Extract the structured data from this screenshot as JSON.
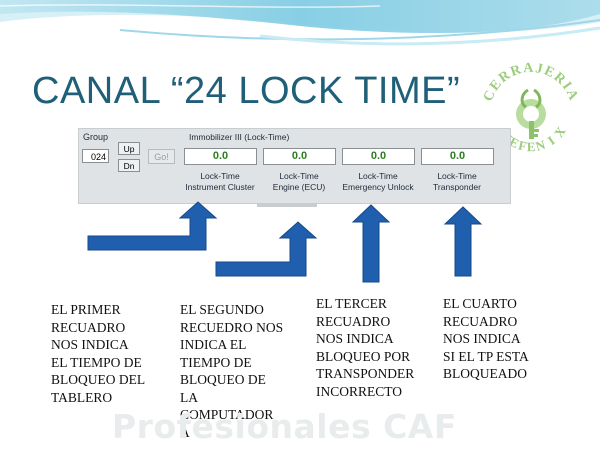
{
  "title": "CANAL “24 LOCK TIME”",
  "logo": {
    "text_top": "CERRAJERIA",
    "text_bottom": "AVEFEN I X"
  },
  "panel": {
    "group_label": "Group",
    "group_value": "024",
    "up_label": "Up",
    "dn_label": "Dn",
    "go_label": "Go!",
    "module_title": "Immobilizer III (Lock-Time)",
    "channels": [
      {
        "value": "0.0",
        "label_line1": "Lock-Time",
        "label_line2": "Instrument Cluster"
      },
      {
        "value": "0.0",
        "label_line1": "Lock-Time",
        "label_line2": "Engine (ECU)"
      },
      {
        "value": "0.0",
        "label_line1": "Lock-Time",
        "label_line2": "Emergency Unlock"
      },
      {
        "value": "0.0",
        "label_line1": "Lock-Time",
        "label_line2": "Transponder"
      }
    ]
  },
  "descriptions": [
    [
      "EL PRIMER",
      "RECUADRO",
      "NOS INDICA",
      "EL TIEMPO DE",
      "BLOQUEO DEL",
      "TABLERO"
    ],
    [
      "EL SEGUNDO",
      "RECUEDRO NOS",
      "INDICA EL",
      "TIEMPO DE",
      "BLOQUEO DE",
      "LA",
      "COMPUTADOR",
      "A"
    ],
    [
      "EL TERCER",
      "RECUADRO",
      "NOS INDICA",
      "BLOQUEO POR",
      "TRANSPONDER",
      "INCORRECTO"
    ],
    [
      "EL CUARTO",
      "RECUADRO",
      "NOS INDICA",
      "SI EL TP ESTA",
      "BLOQUEADO"
    ]
  ],
  "watermark": "Profesionales CAF",
  "colors": {
    "title": "#1f5f78",
    "arrow": "#1f5fae",
    "value_text": "#2e7d1f",
    "logo_green": "#8dc26a"
  },
  "icons": [
    "wave-decoration",
    "key-logo-icon",
    "arrow-icon"
  ]
}
